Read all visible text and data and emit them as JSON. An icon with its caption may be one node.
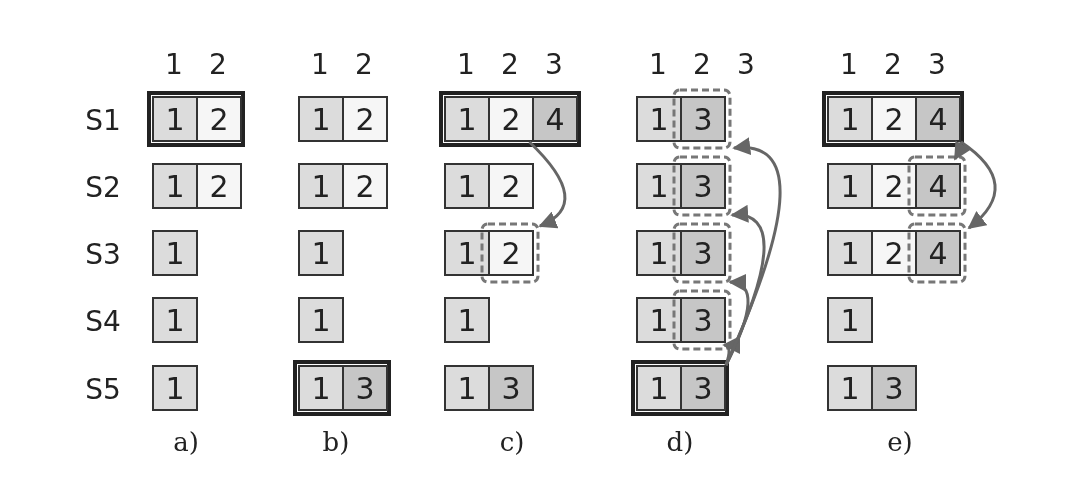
{
  "diagram": {
    "nodes": [
      {
        "text": [
          "1"
        ]
      },
      {
        "text": [
          "2"
        ]
      },
      {
        "text": [
          "1"
        ]
      },
      {
        "text": [
          "2"
        ]
      },
      {
        "text": [
          "1"
        ]
      },
      {
        "text": [
          "1"
        ]
      },
      {
        "text": [
          "1"
        ]
      },
      {
        "text": [
          "1"
        ]
      },
      {
        "text": [
          "2"
        ]
      },
      {
        "text": [
          "1"
        ]
      },
      {
        "text": [
          "2"
        ]
      },
      {
        "text": [
          "1"
        ]
      },
      {
        "text": [
          "1"
        ]
      },
      {
        "text": [
          "1"
        ]
      },
      {
        "text": [
          "3"
        ]
      },
      {
        "text": [
          "1"
        ]
      },
      {
        "text": [
          "2"
        ]
      },
      {
        "text": [
          "4"
        ]
      },
      {
        "text": [
          "1"
        ]
      },
      {
        "text": [
          "2"
        ]
      },
      {
        "text": [
          "1"
        ]
      },
      {
        "text": [
          "2"
        ]
      },
      {
        "text": [
          "1"
        ]
      },
      {
        "text": [
          "1"
        ]
      },
      {
        "text": [
          "3"
        ]
      },
      {
        "text": [
          "1"
        ]
      },
      {
        "text": [
          "3"
        ]
      },
      {
        "text": [
          "1"
        ]
      },
      {
        "text": [
          "3"
        ]
      },
      {
        "text": [
          "1"
        ]
      },
      {
        "text": [
          "3"
        ]
      },
      {
        "text": [
          "1"
        ]
      },
      {
        "text": [
          "3"
        ]
      },
      {
        "text": [
          "1"
        ]
      },
      {
        "text": [
          "3"
        ]
      },
      {
        "text": [
          "1"
        ]
      },
      {
        "text": [
          "2"
        ]
      },
      {
        "text": [
          "4"
        ]
      },
      {
        "text": [
          "1"
        ]
      },
      {
        "text": [
          "2"
        ]
      },
      {
        "text": [
          "4"
        ]
      },
      {
        "text": [
          "1"
        ]
      },
      {
        "text": [
          "2"
        ]
      },
      {
        "text": [
          "4"
        ]
      },
      {
        "text": [
          "1"
        ]
      },
      {
        "text": [
          "1"
        ]
      },
      {
        "text": [
          "3"
        ]
      }
    ],
    "edges": [
      {
        "from": 16,
        "to": 21,
        "arrow": "to"
      },
      {
        "from": 34,
        "to": 32,
        "arrow": "to"
      },
      {
        "from": 34,
        "to": 30,
        "arrow": "to"
      },
      {
        "from": 34,
        "to": 28,
        "arrow": "to"
      },
      {
        "from": 34,
        "to": 26,
        "arrow": "to"
      },
      {
        "from": 37,
        "to": 40,
        "arrow": "to"
      },
      {
        "from": 37,
        "to": 43,
        "arrow": "to"
      }
    ],
    "labels": [
      "1",
      "2",
      "1",
      "2",
      "1",
      "2",
      "3",
      "1",
      "2",
      "3",
      "1",
      "2",
      "3",
      "S1",
      "S2",
      "S3",
      "S4",
      "S5",
      "a)",
      "b)",
      "c)",
      "d)",
      "e)"
    ]
  }
}
